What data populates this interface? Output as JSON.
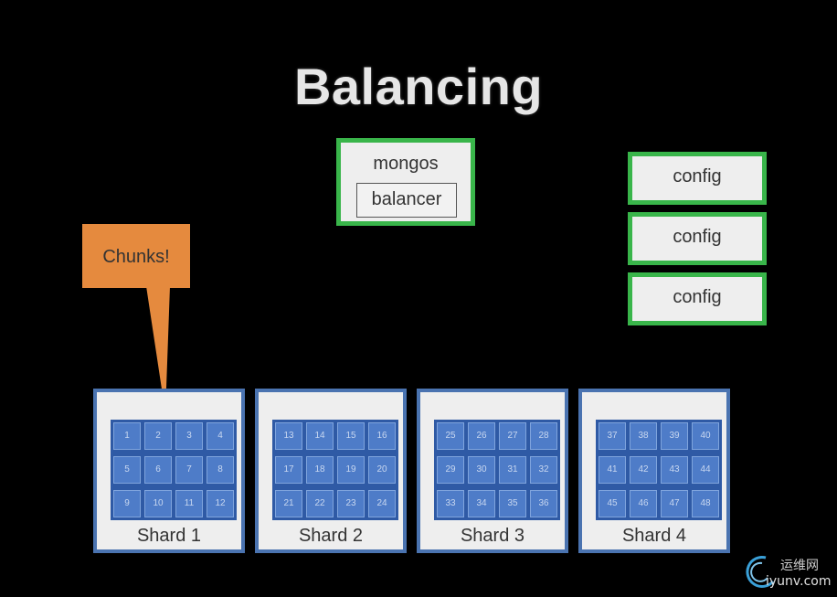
{
  "title": "Balancing",
  "mongos": {
    "label": "mongos",
    "balancer_label": "balancer"
  },
  "config_servers": [
    "config",
    "config",
    "config"
  ],
  "callout": {
    "text": "Chunks!"
  },
  "shards": [
    {
      "label": "Shard 1",
      "chunks": [
        "1",
        "2",
        "3",
        "4",
        "5",
        "6",
        "7",
        "8",
        "9",
        "10",
        "11",
        "12"
      ]
    },
    {
      "label": "Shard 2",
      "chunks": [
        "13",
        "14",
        "15",
        "16",
        "17",
        "18",
        "19",
        "20",
        "21",
        "22",
        "23",
        "24"
      ]
    },
    {
      "label": "Shard 3",
      "chunks": [
        "25",
        "26",
        "27",
        "28",
        "29",
        "30",
        "31",
        "32",
        "33",
        "34",
        "35",
        "36"
      ]
    },
    {
      "label": "Shard 4",
      "chunks": [
        "37",
        "38",
        "39",
        "40",
        "41",
        "42",
        "43",
        "44",
        "45",
        "46",
        "47",
        "48"
      ]
    }
  ],
  "watermark": {
    "cn_text": "运维网",
    "url_text": "iyunv.com"
  },
  "colors": {
    "background": "#000000",
    "server_border": "#39b54a",
    "shard_border": "#4a73b0",
    "chunk_fill": "#4e7cc8",
    "callout_fill": "#e58a3e"
  }
}
